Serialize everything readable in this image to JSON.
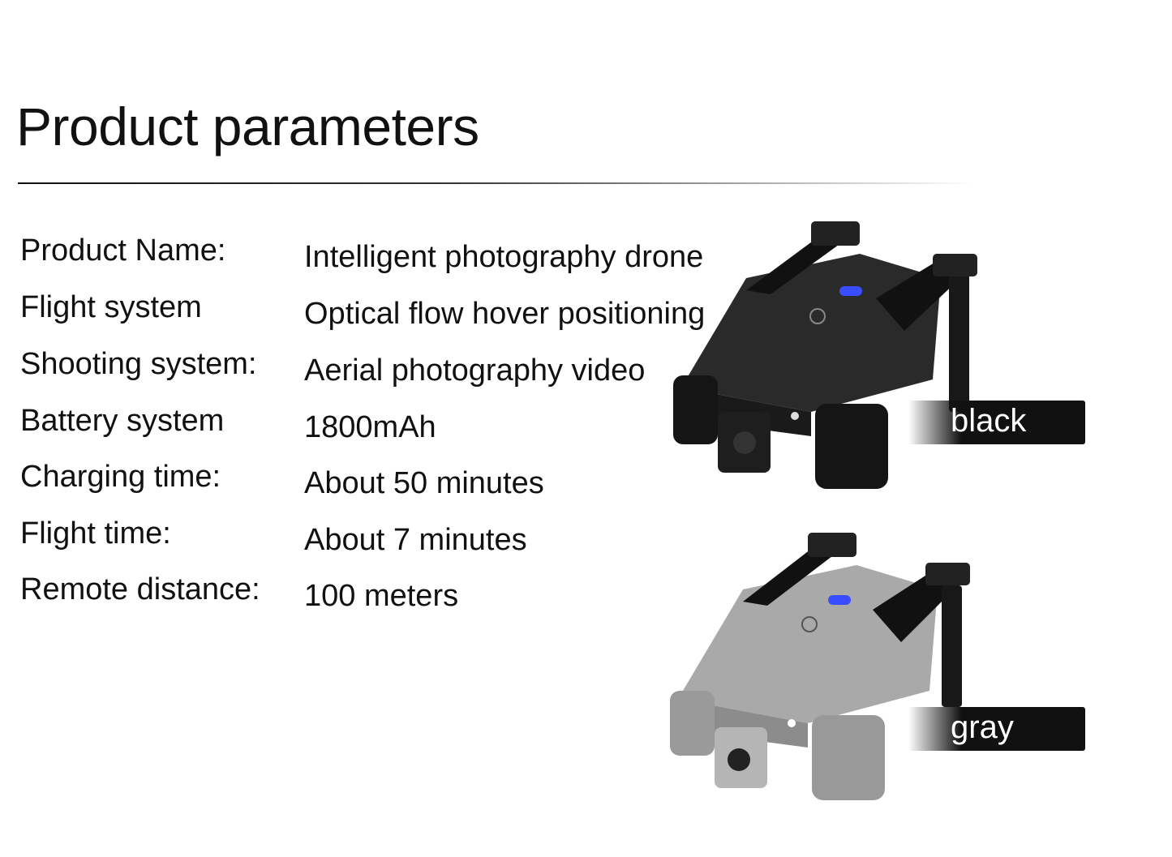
{
  "title": "Product parameters",
  "params": [
    {
      "label": "Product Name:",
      "value": "Intelligent photography drone"
    },
    {
      "label": "Flight system",
      "value": "Optical flow hover positioning"
    },
    {
      "label": "Shooting system:",
      "value": "Aerial photography video"
    },
    {
      "label": "Battery system",
      "value": "1800mAh"
    },
    {
      "label": "Charging time:",
      "value": "About 50 minutes"
    },
    {
      "label": "Flight time:",
      "value": "About 7 minutes"
    },
    {
      "label": "Remote distance:",
      "value": "100 meters"
    }
  ],
  "variants": [
    {
      "label": "black",
      "body_color": "#2a2a2a"
    },
    {
      "label": "gray",
      "body_color": "#a9a9a9"
    }
  ],
  "colors": {
    "led": "#3a4cff",
    "tag_bg": "#111111"
  }
}
